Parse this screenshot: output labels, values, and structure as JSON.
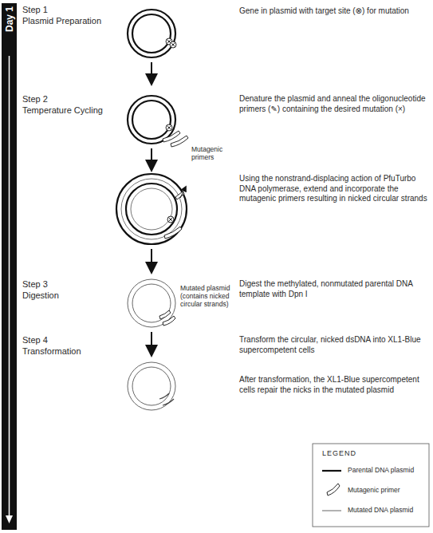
{
  "diagram": {
    "labels": [
      "Day 1",
      "Step 1",
      "Plasmid Preparation",
      "Gene in plasmid with target site (⊗) for mutation",
      "Step 2",
      "Temperature Cycling",
      "Denature the plasmid and anneal the oligonucleotide primers (✎) containing the desired mutation (×)",
      "Mutagenic primers",
      "Using the nonstrand-displacing action of PfuTurbo DNA polymerase, extend and incorporate the mutagenic primers resulting in nicked circular strands",
      "Step 3",
      "Digestion",
      "Digest the methylated, nonmutated parental DNA template with Dpn I",
      "Mutated plasmid (contains nicked circular strands)",
      "Step 4",
      "Transformation",
      "Transform the circular, nicked dsDNA into XL1-Blue supercompetent cells",
      "After transformation, the XL1-Blue supercompetent cells repair the nicks in the mutated plasmid",
      "LEGEND"
    ],
    "legend": [
      {
        "text": "Parental DNA plasmid"
      },
      {
        "text": "Mutagenic primer"
      },
      {
        "text": "Mutated DNA plasmid"
      }
    ]
  }
}
